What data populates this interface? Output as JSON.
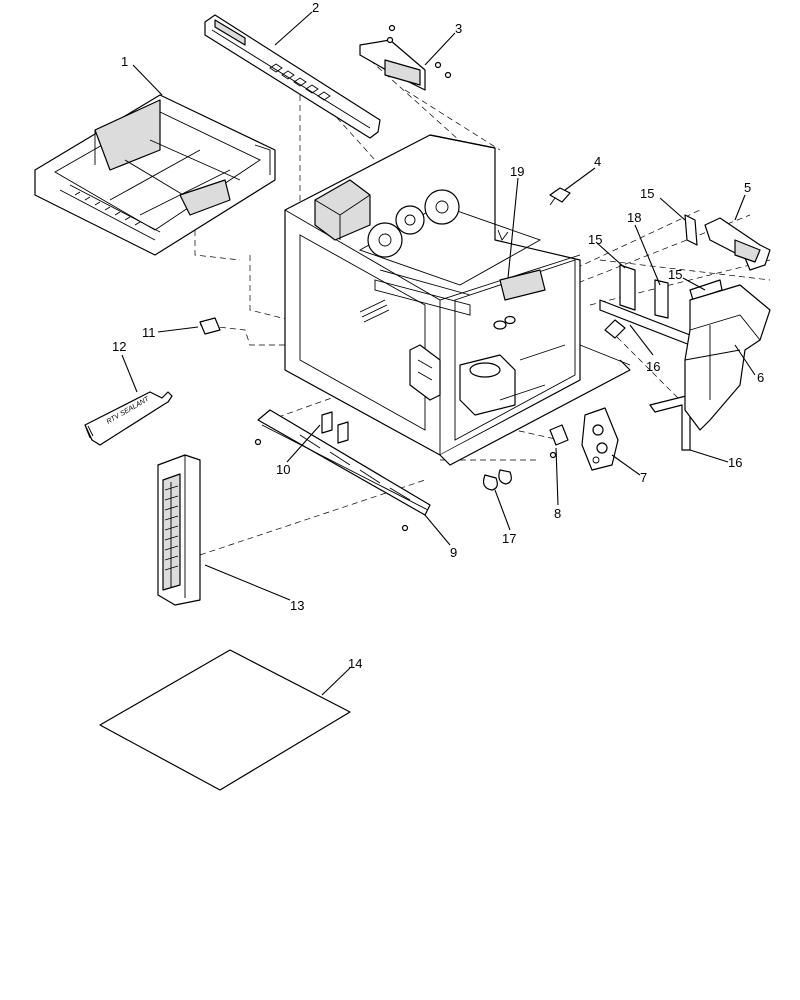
{
  "diagram": {
    "callouts": [
      {
        "id": "1",
        "label": "1"
      },
      {
        "id": "2",
        "label": "2"
      },
      {
        "id": "3",
        "label": "3"
      },
      {
        "id": "4",
        "label": "4"
      },
      {
        "id": "5",
        "label": "5"
      },
      {
        "id": "6",
        "label": "6"
      },
      {
        "id": "7",
        "label": "7"
      },
      {
        "id": "8",
        "label": "8"
      },
      {
        "id": "9",
        "label": "9"
      },
      {
        "id": "10",
        "label": "10"
      },
      {
        "id": "11",
        "label": "11"
      },
      {
        "id": "12",
        "label": "12"
      },
      {
        "id": "13",
        "label": "13"
      },
      {
        "id": "14",
        "label": "14"
      },
      {
        "id": "15a",
        "label": "15"
      },
      {
        "id": "15b",
        "label": "15"
      },
      {
        "id": "15c",
        "label": "15"
      },
      {
        "id": "16a",
        "label": "16"
      },
      {
        "id": "16b",
        "label": "16"
      },
      {
        "id": "17",
        "label": "17"
      },
      {
        "id": "18",
        "label": "18"
      },
      {
        "id": "19",
        "label": "19"
      }
    ],
    "sealant_tube_text": "RTV SEALANT"
  },
  "colors": {
    "line": "#000000",
    "background": "#ffffff",
    "shade": "#dcdcdc"
  }
}
